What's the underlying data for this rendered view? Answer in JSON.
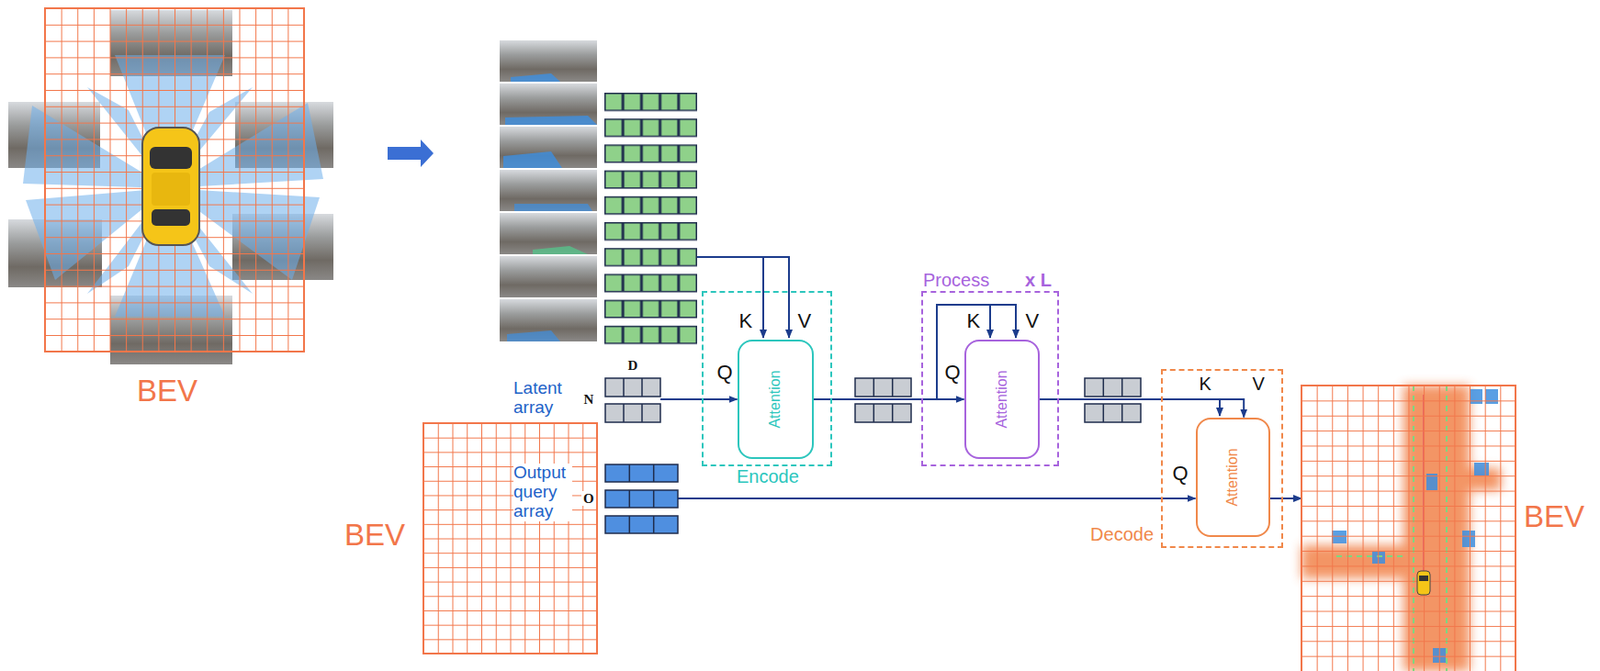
{
  "diagram": {
    "nodes": [
      {
        "text": [
          "Latent array"
        ]
      },
      {
        "text": [
          "Output query array"
        ]
      },
      {
        "text": [
          "Encode"
        ]
      },
      {
        "text": [
          "Attention"
        ],
        "in": 2
      },
      {
        "text": [
          "Process",
          "x L"
        ]
      },
      {
        "text": [
          "Attention"
        ],
        "in": 4
      },
      {
        "text": [
          "Decode"
        ]
      },
      {
        "text": [
          "Attention"
        ],
        "in": 6
      },
      {
        "text": [
          "BEV"
        ]
      }
    ],
    "edges": [
      {
        "from": 0,
        "to": 3,
        "arrow": "to"
      },
      {
        "from": 3,
        "to": 5,
        "arrow": "to"
      },
      {
        "from": 5,
        "to": 7,
        "arrow": "to"
      },
      {
        "from": 1,
        "to": 7,
        "arrow": "to"
      },
      {
        "from": 7,
        "to": 8,
        "arrow": "to"
      }
    ],
    "labels": [
      "BEV",
      "BEV",
      "D",
      "N",
      "O",
      "K",
      "V",
      "Q",
      "K",
      "V",
      "Q",
      "K",
      "V",
      "Q"
    ]
  }
}
